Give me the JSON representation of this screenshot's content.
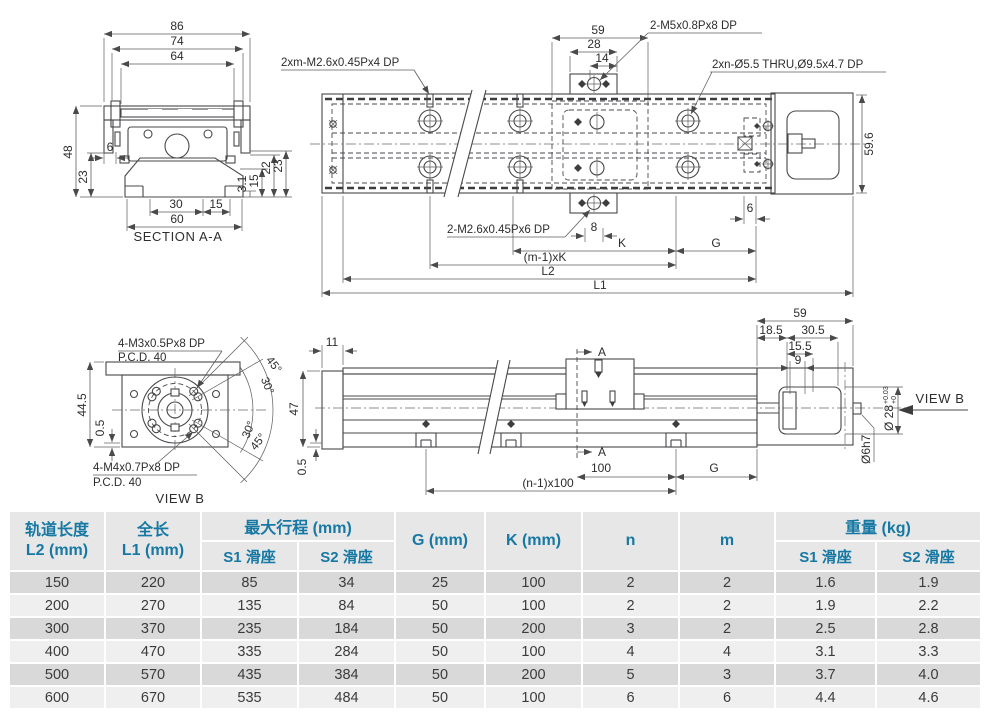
{
  "section_aa": {
    "title": "SECTION A-A",
    "dim_86": "86",
    "dim_74": "74",
    "dim_64": "64",
    "dim_48": "48",
    "dim_23_left": "23",
    "dim_6": "6",
    "dim_30": "30",
    "dim_15_bottom": "15",
    "dim_60": "60",
    "dim_3_1": "3.1",
    "dim_15_right": "15",
    "dim_22": "22",
    "dim_23_right": "23"
  },
  "top_view": {
    "callout_top_screws": "2xm-M2.6x0.45Px4 DP",
    "callout_m5": "2-M5x0.8Px8 DP",
    "callout_counterbore": "2xn-Ø5.5 THRU,Ø9.5x4.7 DP",
    "callout_bottom_screws": "2-M2.6x0.45Px6 DP",
    "dim_59": "59",
    "dim_28": "28",
    "dim_14": "14",
    "dim_59_6": "59.6",
    "dim_8": "8",
    "dim_6": "6",
    "dim_K": "K",
    "dim_G": "G",
    "dim_m1K": "(m-1)xK",
    "dim_L2": "L2",
    "dim_L1": "L1"
  },
  "view_b": {
    "title": "VIEW B",
    "callout_m3": "4-M3x0.5Px8 DP",
    "callout_m3_pcd": "P.C.D. 40",
    "callout_m4": "4-M4x0.7Px8 DP",
    "callout_m4_pcd": "P.C.D. 40",
    "dim_44_5": "44.5",
    "dim_0_5": "0.5",
    "angle_45_top": "45°",
    "angle_30_top": "30°",
    "angle_30_bottom": "30°",
    "angle_45_bottom": "45°"
  },
  "side_view": {
    "dim_11": "11",
    "dim_47": "47",
    "dim_0_5": "0.5",
    "section_a_top": "A",
    "section_a_bottom": "A",
    "dim_100": "100",
    "dim_n100": "(n-1)x100",
    "dim_G": "G",
    "dim_59": "59",
    "dim_18_5": "18.5",
    "dim_30_5": "30.5",
    "dim_15_5": "15.5",
    "dim_9": "9",
    "dim_shaft_dia": "Ø 28",
    "tol_upper": "+0.03",
    "tol_lower": "+0",
    "dim_6h7": "Ø6h7",
    "view_b_label": "VIEW B"
  },
  "table": {
    "col_l2_line1": "轨道长度",
    "col_l2_line2": "L2 (mm)",
    "col_l1_line1": "全长",
    "col_l1_line2": "L1 (mm)",
    "col_stroke_title": "最大行程 (mm)",
    "col_stroke_s1": "S1 滑座",
    "col_stroke_s2": "S2 滑座",
    "col_g": "G (mm)",
    "col_k": "K (mm)",
    "col_n": "n",
    "col_m": "m",
    "col_weight_title": "重量 (kg)",
    "col_weight_s1": "S1 滑座",
    "col_weight_s2": "S2 滑座",
    "rows": [
      [
        "150",
        "220",
        "85",
        "34",
        "25",
        "100",
        "2",
        "2",
        "1.6",
        "1.9"
      ],
      [
        "200",
        "270",
        "135",
        "84",
        "50",
        "100",
        "2",
        "2",
        "1.9",
        "2.2"
      ],
      [
        "300",
        "370",
        "235",
        "184",
        "50",
        "200",
        "3",
        "2",
        "2.5",
        "2.8"
      ],
      [
        "400",
        "470",
        "335",
        "284",
        "50",
        "100",
        "4",
        "4",
        "3.1",
        "3.3"
      ],
      [
        "500",
        "570",
        "435",
        "384",
        "50",
        "200",
        "5",
        "3",
        "3.7",
        "4.0"
      ],
      [
        "600",
        "670",
        "535",
        "484",
        "50",
        "100",
        "6",
        "6",
        "4.4",
        "4.6"
      ]
    ]
  }
}
